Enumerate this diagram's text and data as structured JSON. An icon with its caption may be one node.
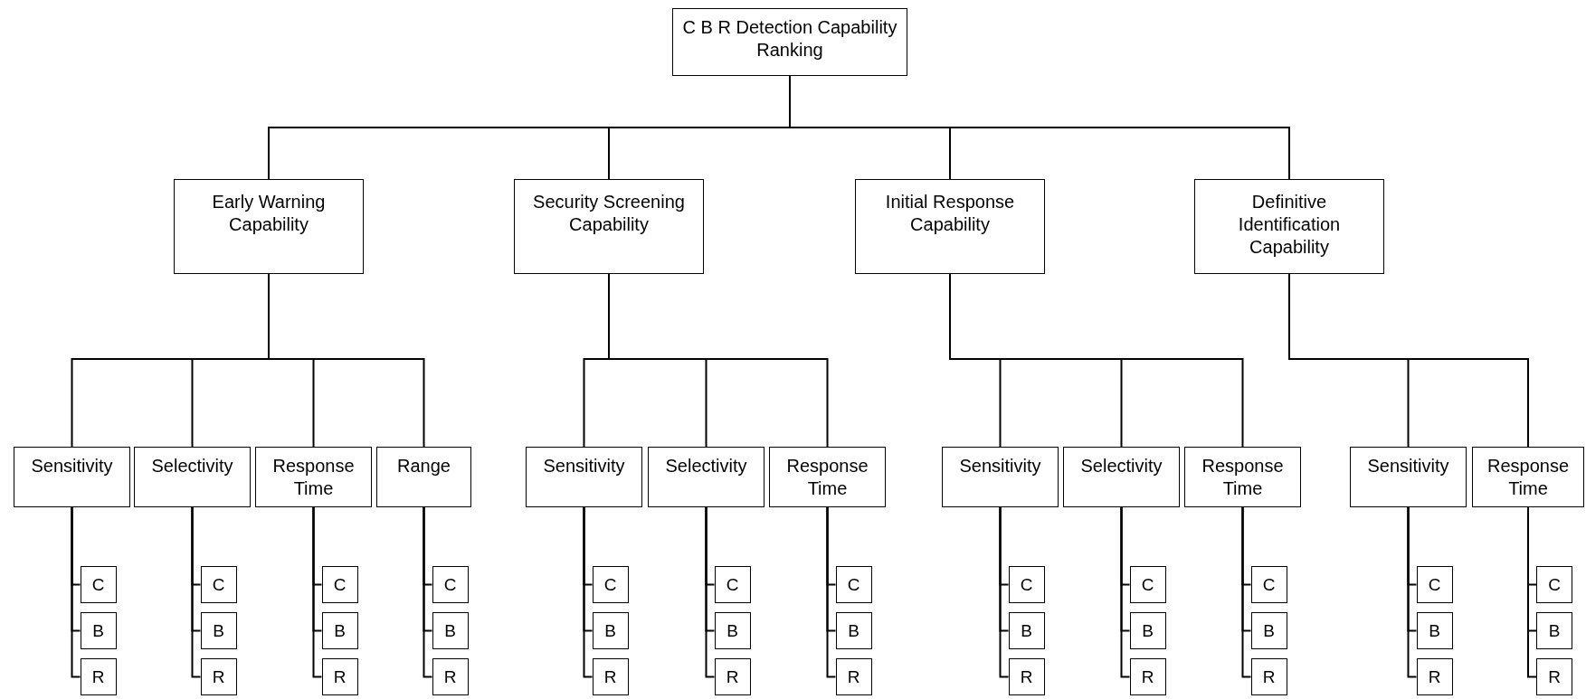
{
  "diagram": {
    "nodes": [
      {
        "text": [
          "C B R Detection Capability Ranking"
        ]
      },
      {
        "text": [
          "Early Warning Capability"
        ]
      },
      {
        "text": [
          "Security Screening Capability"
        ]
      },
      {
        "text": [
          "Initial Response Capability"
        ]
      },
      {
        "text": [
          "Definitive Identification Capability"
        ]
      },
      {
        "text": [
          "Sensitivity"
        ]
      },
      {
        "text": [
          "Selectivity"
        ]
      },
      {
        "text": [
          "Response Time"
        ]
      },
      {
        "text": [
          "Range"
        ]
      },
      {
        "text": [
          "Sensitivity"
        ]
      },
      {
        "text": [
          "Selectivity"
        ]
      },
      {
        "text": [
          "Response Time"
        ]
      },
      {
        "text": [
          "Sensitivity"
        ]
      },
      {
        "text": [
          "Selectivity"
        ]
      },
      {
        "text": [
          "Response Time"
        ]
      },
      {
        "text": [
          "Sensitivity"
        ]
      },
      {
        "text": [
          "Response Time"
        ]
      },
      {
        "text": [
          "C"
        ]
      },
      {
        "text": [
          "B"
        ]
      },
      {
        "text": [
          "R"
        ]
      },
      {
        "text": [
          "C"
        ]
      },
      {
        "text": [
          "B"
        ]
      },
      {
        "text": [
          "R"
        ]
      },
      {
        "text": [
          "C"
        ]
      },
      {
        "text": [
          "B"
        ]
      },
      {
        "text": [
          "R"
        ]
      },
      {
        "text": [
          "C"
        ]
      },
      {
        "text": [
          "B"
        ]
      },
      {
        "text": [
          "R"
        ]
      },
      {
        "text": [
          "C"
        ]
      },
      {
        "text": [
          "B"
        ]
      },
      {
        "text": [
          "R"
        ]
      },
      {
        "text": [
          "C"
        ]
      },
      {
        "text": [
          "B"
        ]
      },
      {
        "text": [
          "R"
        ]
      },
      {
        "text": [
          "C"
        ]
      },
      {
        "text": [
          "B"
        ]
      },
      {
        "text": [
          "R"
        ]
      },
      {
        "text": [
          "C"
        ]
      },
      {
        "text": [
          "B"
        ]
      },
      {
        "text": [
          "R"
        ]
      },
      {
        "text": [
          "C"
        ]
      },
      {
        "text": [
          "B"
        ]
      },
      {
        "text": [
          "R"
        ]
      },
      {
        "text": [
          "C"
        ]
      },
      {
        "text": [
          "B"
        ]
      },
      {
        "text": [
          "R"
        ]
      },
      {
        "text": [
          "C"
        ]
      },
      {
        "text": [
          "B"
        ]
      },
      {
        "text": [
          "R"
        ]
      },
      {
        "text": [
          "C"
        ]
      },
      {
        "text": [
          "B"
        ]
      },
      {
        "text": [
          "R"
        ]
      }
    ],
    "edges": [
      {
        "from": 0,
        "to": 1,
        "arrow": "none"
      },
      {
        "from": 0,
        "to": 2,
        "arrow": "none"
      },
      {
        "from": 0,
        "to": 3,
        "arrow": "none"
      },
      {
        "from": 0,
        "to": 4,
        "arrow": "none"
      },
      {
        "from": 1,
        "to": 5,
        "arrow": "none"
      },
      {
        "from": 1,
        "to": 6,
        "arrow": "none"
      },
      {
        "from": 1,
        "to": 7,
        "arrow": "none"
      },
      {
        "from": 1,
        "to": 8,
        "arrow": "none"
      },
      {
        "from": 2,
        "to": 9,
        "arrow": "none"
      },
      {
        "from": 2,
        "to": 10,
        "arrow": "none"
      },
      {
        "from": 2,
        "to": 11,
        "arrow": "none"
      },
      {
        "from": 3,
        "to": 12,
        "arrow": "none"
      },
      {
        "from": 3,
        "to": 13,
        "arrow": "none"
      },
      {
        "from": 3,
        "to": 14,
        "arrow": "none"
      },
      {
        "from": 4,
        "to": 15,
        "arrow": "none"
      },
      {
        "from": 4,
        "to": 16,
        "arrow": "none"
      },
      {
        "from": 5,
        "to": 17,
        "arrow": "none"
      },
      {
        "from": 5,
        "to": 18,
        "arrow": "none"
      },
      {
        "from": 5,
        "to": 19,
        "arrow": "none"
      },
      {
        "from": 6,
        "to": 20,
        "arrow": "none"
      },
      {
        "from": 6,
        "to": 21,
        "arrow": "none"
      },
      {
        "from": 6,
        "to": 22,
        "arrow": "none"
      },
      {
        "from": 7,
        "to": 23,
        "arrow": "none"
      },
      {
        "from": 7,
        "to": 24,
        "arrow": "none"
      },
      {
        "from": 7,
        "to": 25,
        "arrow": "none"
      },
      {
        "from": 8,
        "to": 26,
        "arrow": "none"
      },
      {
        "from": 8,
        "to": 27,
        "arrow": "none"
      },
      {
        "from": 8,
        "to": 28,
        "arrow": "none"
      },
      {
        "from": 9,
        "to": 29,
        "arrow": "none"
      },
      {
        "from": 9,
        "to": 30,
        "arrow": "none"
      },
      {
        "from": 9,
        "to": 31,
        "arrow": "none"
      },
      {
        "from": 10,
        "to": 32,
        "arrow": "none"
      },
      {
        "from": 10,
        "to": 33,
        "arrow": "none"
      },
      {
        "from": 10,
        "to": 34,
        "arrow": "none"
      },
      {
        "from": 11,
        "to": 35,
        "arrow": "none"
      },
      {
        "from": 11,
        "to": 36,
        "arrow": "none"
      },
      {
        "from": 11,
        "to": 37,
        "arrow": "none"
      },
      {
        "from": 12,
        "to": 38,
        "arrow": "none"
      },
      {
        "from": 12,
        "to": 39,
        "arrow": "none"
      },
      {
        "from": 12,
        "to": 40,
        "arrow": "none"
      },
      {
        "from": 13,
        "to": 41,
        "arrow": "none"
      },
      {
        "from": 13,
        "to": 42,
        "arrow": "none"
      },
      {
        "from": 13,
        "to": 43,
        "arrow": "none"
      },
      {
        "from": 14,
        "to": 44,
        "arrow": "none"
      },
      {
        "from": 14,
        "to": 45,
        "arrow": "none"
      },
      {
        "from": 14,
        "to": 46,
        "arrow": "none"
      },
      {
        "from": 15,
        "to": 47,
        "arrow": "none"
      },
      {
        "from": 15,
        "to": 48,
        "arrow": "none"
      },
      {
        "from": 15,
        "to": 49,
        "arrow": "none"
      },
      {
        "from": 16,
        "to": 50,
        "arrow": "none"
      },
      {
        "from": 16,
        "to": 51,
        "arrow": "none"
      },
      {
        "from": 16,
        "to": 52,
        "arrow": "none"
      }
    ]
  }
}
